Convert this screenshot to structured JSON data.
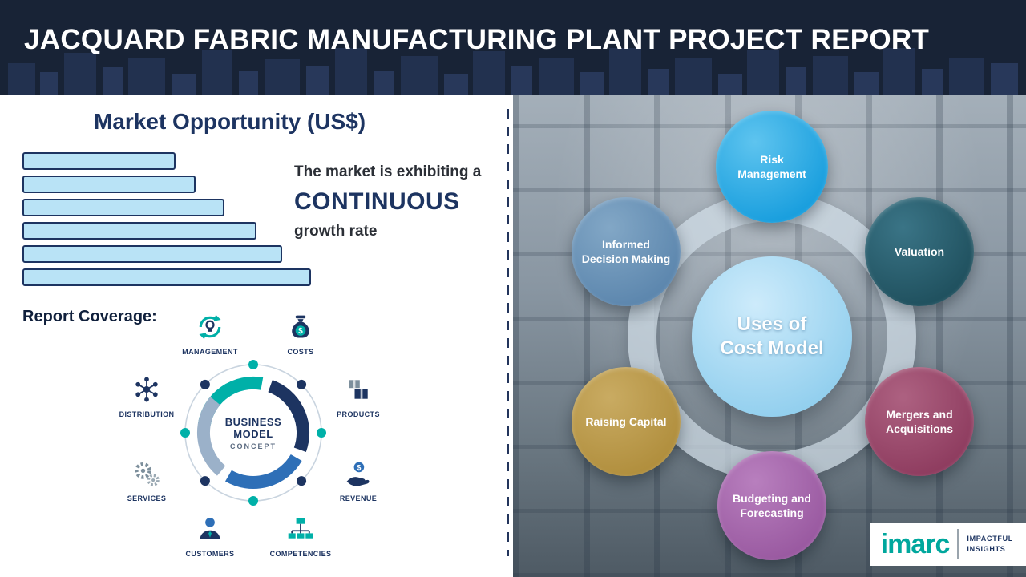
{
  "header": {
    "title": "JACQUARD FABRIC MANUFACTURING PLANT PROJECT REPORT"
  },
  "left_panel": {
    "section_title": "Market Opportunity (US$)",
    "chart_data": {
      "type": "bar",
      "orientation": "horizontal",
      "title": "Market Opportunity (US$)",
      "values": [
        53,
        60,
        70,
        81,
        90,
        100
      ],
      "value_scale": "relative (no axis labels shown)",
      "bar_fill": "#b9e3f6",
      "bar_border": "#1d3461"
    },
    "market_line1": "The market is exhibiting a",
    "market_emphasis": "CONTINUOUS",
    "market_line3": "growth rate",
    "report_coverage_label": "Report Coverage:",
    "business_model": {
      "center_line1": "BUSINESS",
      "center_line2": "MODEL",
      "center_line3": "CONCEPT",
      "items": [
        {
          "label": "MANAGEMENT",
          "icon": "recycle-bulb-icon"
        },
        {
          "label": "COSTS",
          "icon": "money-bag-icon"
        },
        {
          "label": "DISTRIBUTION",
          "icon": "network-icon"
        },
        {
          "label": "PRODUCTS",
          "icon": "boxes-icon"
        },
        {
          "label": "SERVICES",
          "icon": "gears-icon"
        },
        {
          "label": "REVENUE",
          "icon": "hand-coin-icon"
        },
        {
          "label": "CUSTOMERS",
          "icon": "person-icon"
        },
        {
          "label": "COMPETENCIES",
          "icon": "org-chart-icon"
        }
      ],
      "ring_colors": [
        "#00b0a8",
        "#1d3461",
        "#2e6fb7",
        "#9bb1c9"
      ]
    }
  },
  "right_panel": {
    "center_line1": "Uses of",
    "center_line2": "Cost Model",
    "center_color": "#92cfee",
    "nodes": [
      {
        "label": "Risk Management",
        "color": "#1a9fde",
        "color_light": "#5ec4ef"
      },
      {
        "label": "Valuation",
        "color": "#20515f",
        "color_light": "#3a7486"
      },
      {
        "label": "Mergers and Acquisitions",
        "color": "#8f3d60",
        "color_light": "#ad6181"
      },
      {
        "label": "Budgeting and Forecasting",
        "color": "#9a5aa1",
        "color_light": "#b87fbe"
      },
      {
        "label": "Raising Capital",
        "color": "#b18f3e",
        "color_light": "#c9ab62"
      },
      {
        "label": "Informed Decision Making",
        "color": "#5d87ae",
        "color_light": "#82a7c6"
      }
    ]
  },
  "branding": {
    "logo_text": "imarc",
    "tagline_line1": "IMPACTFUL",
    "tagline_line2": "INSIGHTS"
  }
}
